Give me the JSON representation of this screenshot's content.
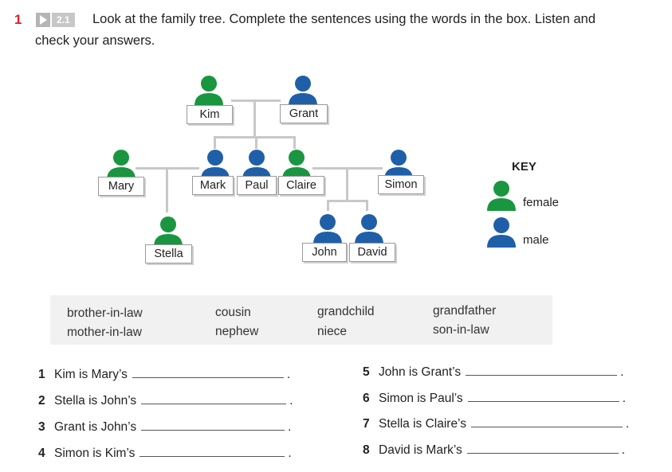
{
  "exercise": {
    "number": "1",
    "track": "2.1",
    "instruction_line1": "Look at the family tree. Complete the sentences using the words in the box. Listen and",
    "instruction_line2": "check your answers."
  },
  "family_tree": {
    "people": [
      {
        "name": "Kim",
        "gender": "female"
      },
      {
        "name": "Grant",
        "gender": "male"
      },
      {
        "name": "Mary",
        "gender": "female"
      },
      {
        "name": "Mark",
        "gender": "male"
      },
      {
        "name": "Paul",
        "gender": "male"
      },
      {
        "name": "Claire",
        "gender": "female"
      },
      {
        "name": "Simon",
        "gender": "male"
      },
      {
        "name": "Stella",
        "gender": "female"
      },
      {
        "name": "John",
        "gender": "male"
      },
      {
        "name": "David",
        "gender": "male"
      }
    ]
  },
  "key": {
    "title": "KEY",
    "female_label": "female",
    "male_label": "male"
  },
  "colors": {
    "female": "#1a9640",
    "male": "#1f5fa8",
    "accent": "#d2232a"
  },
  "word_box": {
    "words": [
      "brother-in-law",
      "cousin",
      "grandchild",
      "grandfather",
      "mother-in-law",
      "nephew",
      "niece",
      "son-in-law"
    ]
  },
  "sentences": [
    {
      "num": "1",
      "text": "Kim is Mary’s"
    },
    {
      "num": "2",
      "text": "Stella is John’s"
    },
    {
      "num": "3",
      "text": "Grant is John’s"
    },
    {
      "num": "4",
      "text": "Simon is Kim’s"
    },
    {
      "num": "5",
      "text": "John is Grant’s"
    },
    {
      "num": "6",
      "text": "Simon is Paul’s"
    },
    {
      "num": "7",
      "text": "Stella is Claire’s"
    },
    {
      "num": "8",
      "text": "David is Mark’s"
    }
  ],
  "sentence_end": "."
}
